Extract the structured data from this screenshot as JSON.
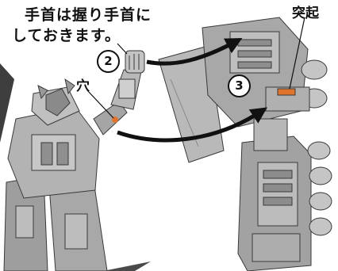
{
  "instruction": {
    "note_line_1": "手首は握り手首に",
    "note_line_2": "しておきます。"
  },
  "labels": {
    "hole": "穴",
    "peg": "突起"
  },
  "steps": {
    "step_2": "2",
    "step_3": "3"
  },
  "colors": {
    "part_gray": "#a9a9a9",
    "part_dark": "#6d6d6d",
    "part_light": "#cfcfcf",
    "highlight_orange": "#e0742c",
    "arrow": "#111111",
    "outline": "#3a3a3a"
  }
}
